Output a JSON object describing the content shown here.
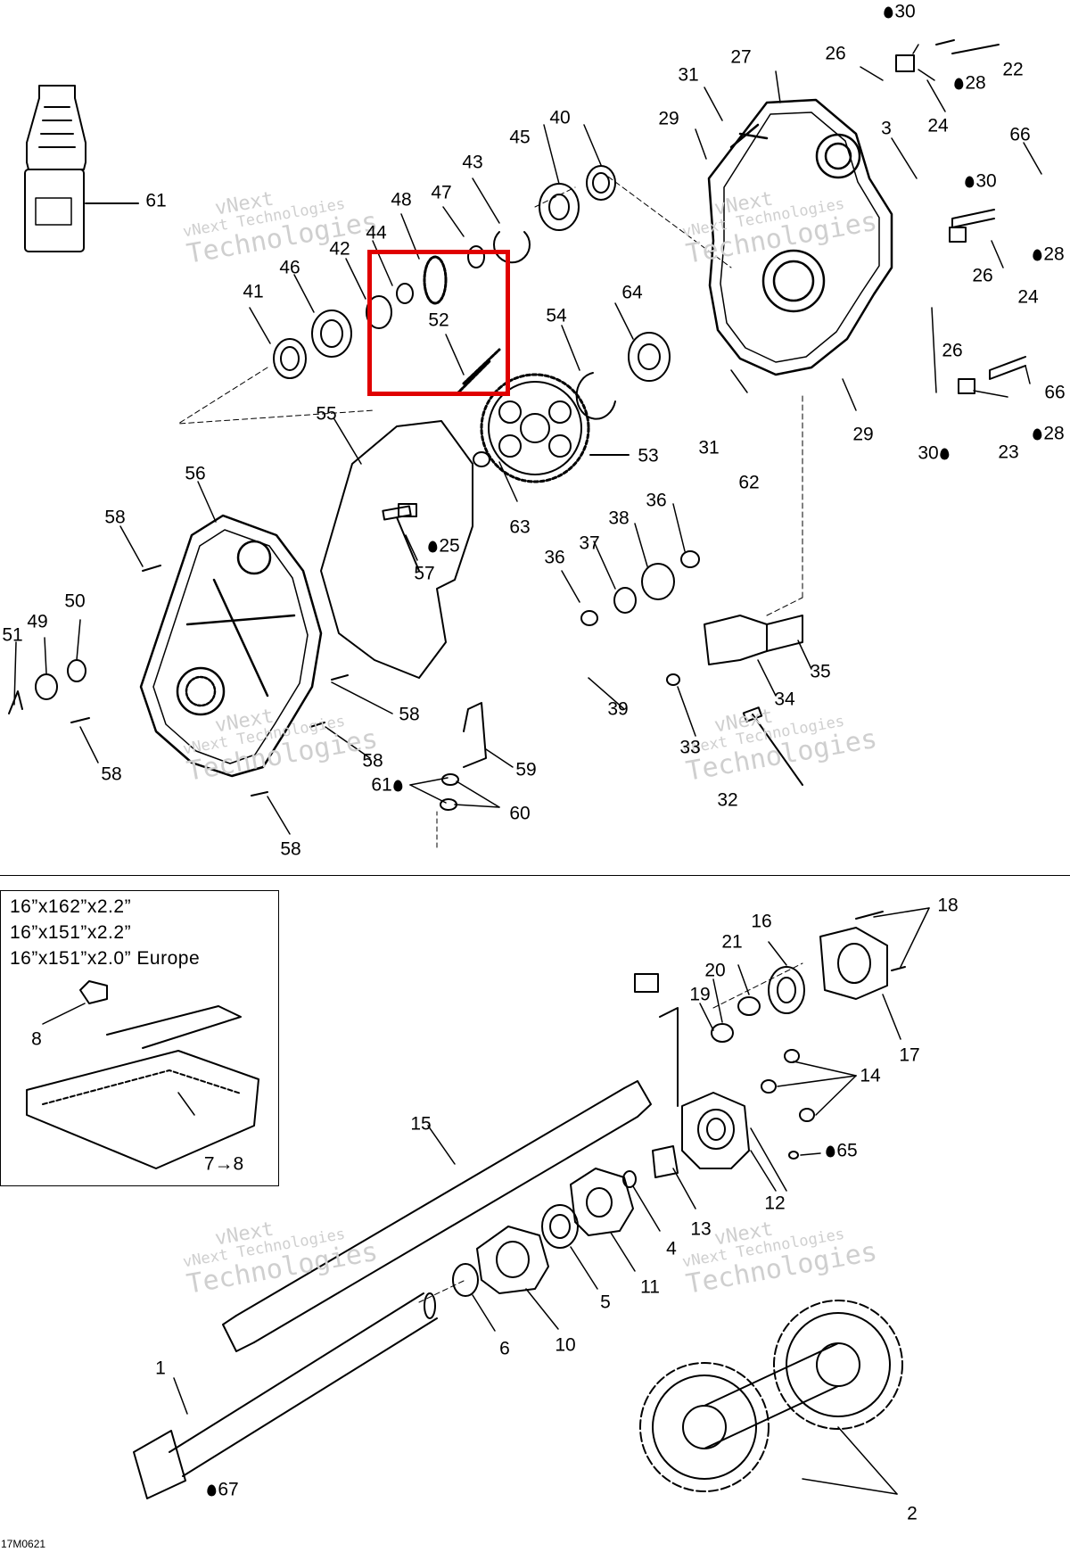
{
  "diagram_code": "17M0621",
  "watermark": {
    "line1": "vNext",
    "line2": "vNext Technologies",
    "line3": "Technologies"
  },
  "inset": {
    "track_sizes": [
      "16”x162”x2.2”",
      "16”x151”x2.2”",
      "16”x151”x2.0” Europe"
    ],
    "labels": {
      "clip": "8",
      "track": "7→8"
    }
  },
  "callouts": {
    "c30a": "30",
    "c22": "22",
    "c26a": "26",
    "c28a": "28",
    "c27": "27",
    "c31a": "31",
    "c24a": "24",
    "c29a": "29",
    "c3": "3",
    "c66a": "66",
    "c30b": "30",
    "c28b": "28",
    "c26b": "26",
    "c24b": "24",
    "c26c": "26",
    "c66b": "66",
    "c28c": "28",
    "c30c": "30",
    "c23": "23",
    "c29b": "29",
    "c31b": "31",
    "c62": "62",
    "c61": "61",
    "c40": "40",
    "c45": "45",
    "c43": "43",
    "c47": "47",
    "c48": "48",
    "c44": "44",
    "c42": "42",
    "c46": "46",
    "c41": "41",
    "c52": "52",
    "c54": "54",
    "c64": "64",
    "c55": "55",
    "c53": "53",
    "c63": "63",
    "c56": "56",
    "c58a": "58",
    "c57": "57",
    "c25": "25",
    "c36a": "36",
    "c38": "38",
    "c37": "37",
    "c36b": "36",
    "c50": "50",
    "c49": "49",
    "c51": "51",
    "c58b": "58",
    "c35": "35",
    "c34": "34",
    "c39": "39",
    "c33": "33",
    "c32": "32",
    "c58c": "58",
    "c58d": "58",
    "c59": "59",
    "c61b": "61",
    "c60": "60",
    "c58e": "58",
    "c18": "18",
    "c16": "16",
    "c21": "21",
    "c20": "20",
    "c19": "19",
    "c17": "17",
    "c14": "14",
    "c15": "15",
    "c65": "65",
    "c12": "12",
    "c13": "13",
    "c4": "4",
    "c11": "11",
    "c5": "5",
    "c10": "10",
    "c6": "6",
    "c1": "1",
    "c67": "67",
    "c2": "2"
  }
}
